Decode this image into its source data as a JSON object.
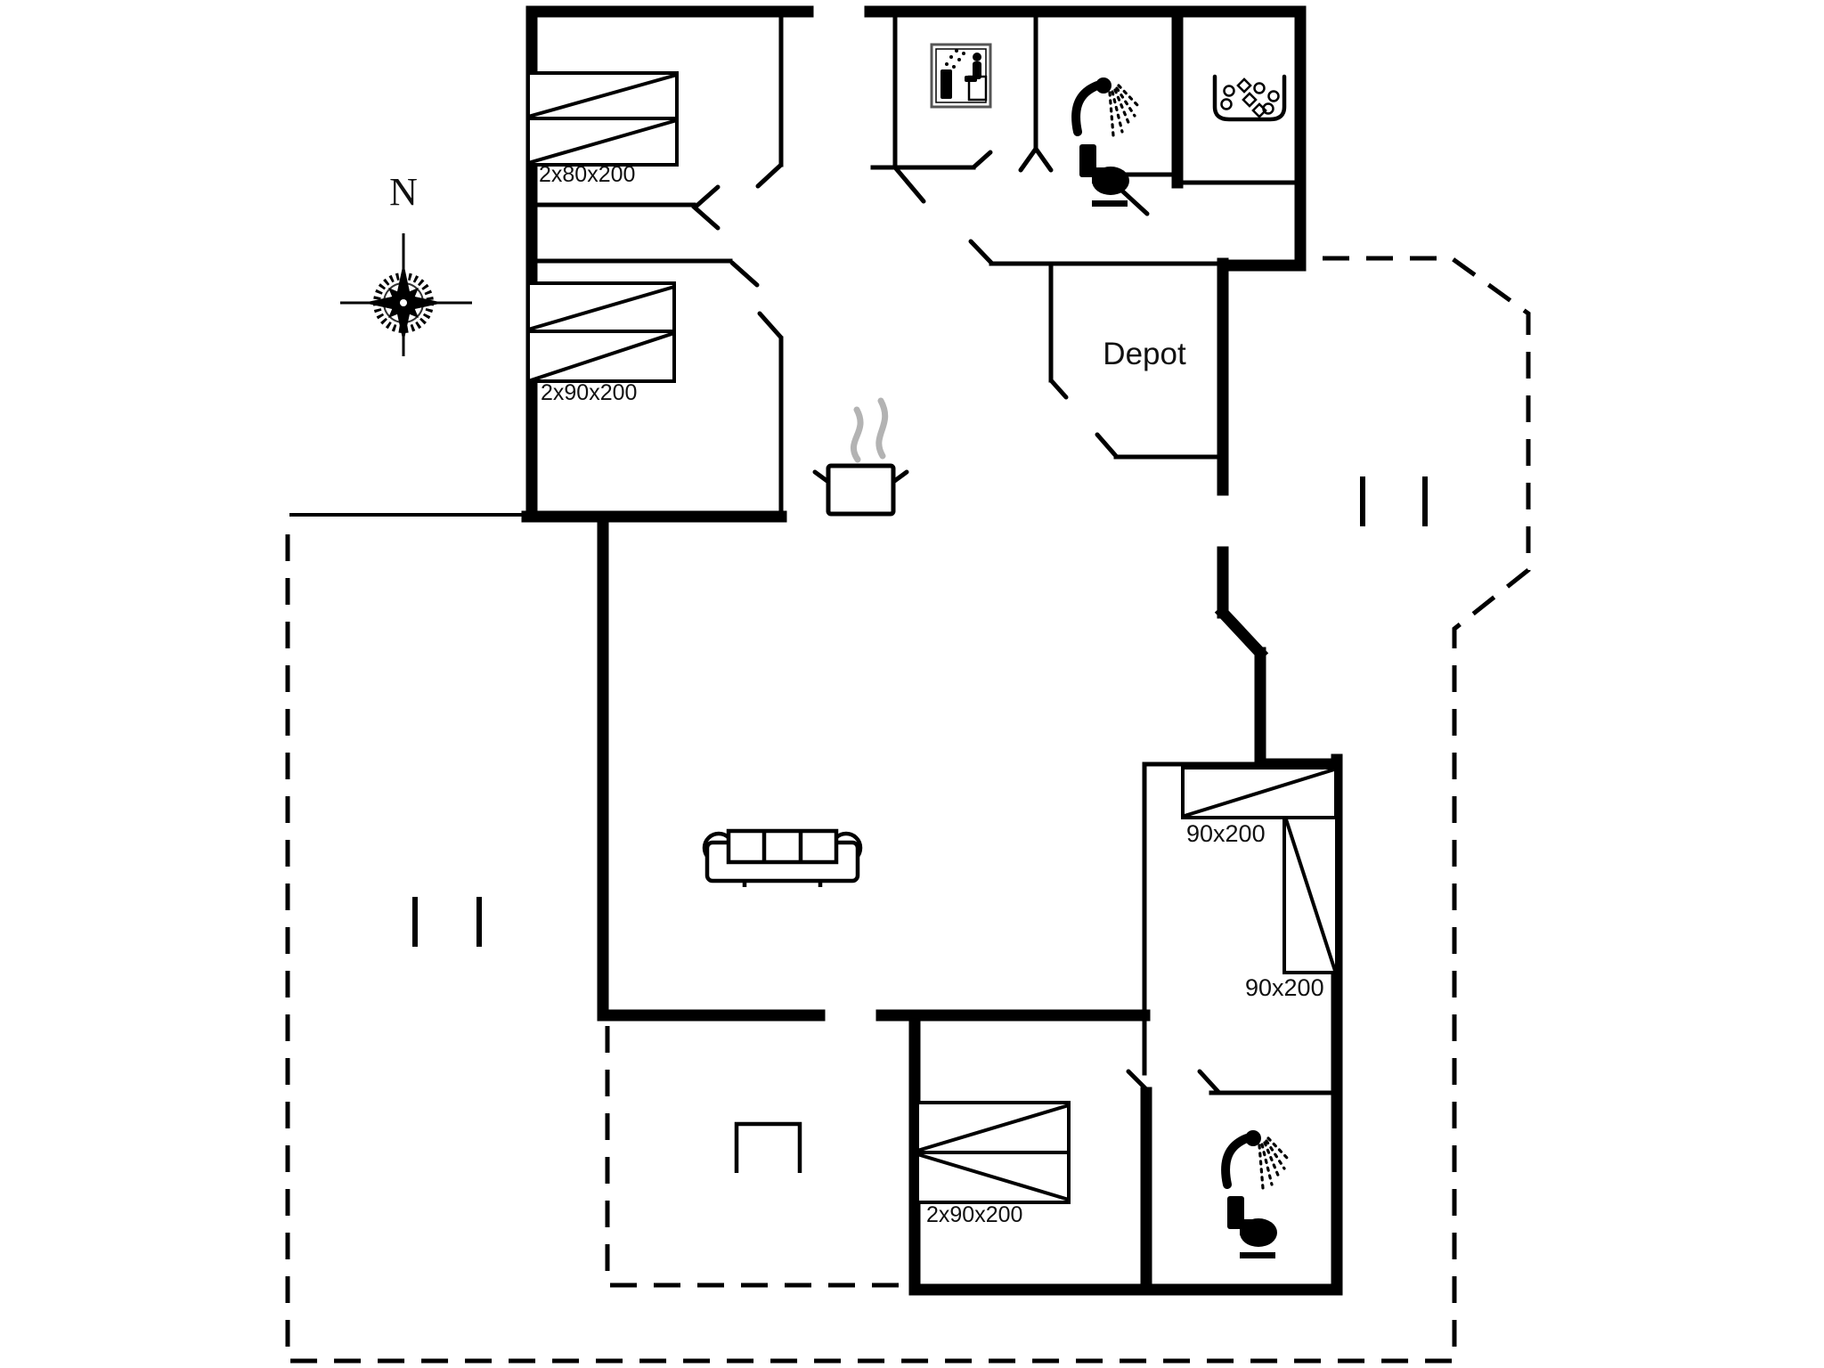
{
  "floor_plan": {
    "compass": {
      "north_label": "N"
    },
    "rooms": {
      "depot": {
        "label": "Depot"
      }
    },
    "bed_labels": {
      "bedroom_top_left": "2x80x200",
      "bedroom_mid_left": "2x90x200",
      "bedroom_right_bed_top": "90x200",
      "bedroom_right_bed_side": "90x200",
      "bedroom_bottom": "2x90x200"
    },
    "icons": {
      "compass_rose": "compass-rose-icon",
      "sauna": "sauna-icon",
      "shower_top": "shower-icon",
      "toilet_top": "toilet-icon",
      "whirlpool": "whirlpool-icon",
      "cooking_pot": "cooking-pot-icon",
      "sofa": "sofa-icon",
      "chair": "chair-icon",
      "shower_bottom": "shower-icon",
      "toilet_bottom": "toilet-icon"
    },
    "colors": {
      "walls": "#000000",
      "steam": "#b3b3b3",
      "background": "#ffffff",
      "text": "#111111"
    }
  }
}
